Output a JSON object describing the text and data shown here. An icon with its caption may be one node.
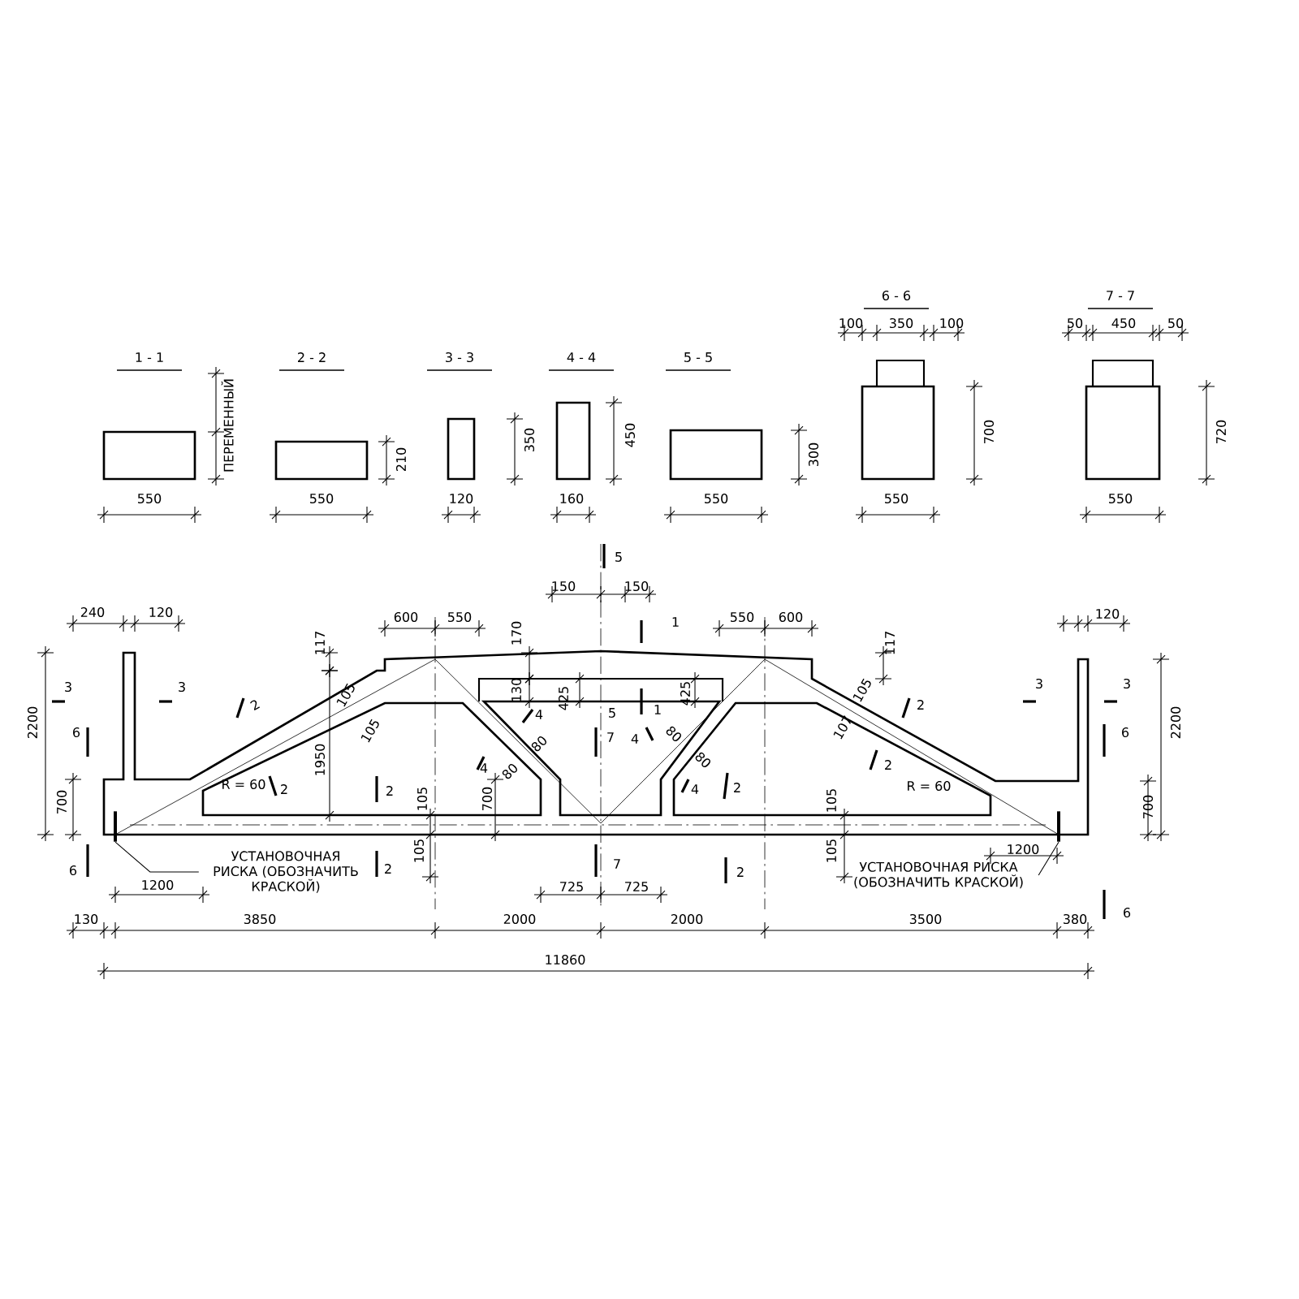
{
  "diagram": {
    "nodes": [
      {
        "text": [
          "УСТАНОВОЧНАЯ РИСКА (ОБОЗНАЧИТЬ КРАСКОЙ)"
        ]
      },
      {
        "text": [],
        "shape": "bar"
      },
      {
        "text": [
          "УСТАНОВОЧНАЯ РИСКА (ОБОЗНАЧИТЬ КРАСКОЙ)"
        ]
      },
      {
        "text": [],
        "shape": "bar"
      }
    ],
    "edges": [
      {
        "from": 0,
        "to": 1,
        "arrow": "none"
      },
      {
        "from": 2,
        "to": 3,
        "arrow": "none"
      }
    ],
    "labels": [
      "1 - 1",
      "2 - 2",
      "3 - 3",
      "4 - 4",
      "5 - 5",
      "6 - 6",
      "7 - 7",
      "100",
      "350",
      "100",
      "50",
      "450",
      "50",
      "ПЕРЕМЕННЫЙ",
      "210",
      "350",
      "450",
      "300",
      "700",
      "720",
      "550",
      "550",
      "120",
      "160",
      "550",
      "550",
      "550",
      "5",
      "150",
      "150",
      "240",
      "120",
      "600",
      "550",
      "550",
      "600",
      "120",
      "117",
      "170",
      "1",
      "117",
      "3",
      "3",
      "105",
      "2",
      "130",
      "425",
      "5",
      "1",
      "425",
      "105",
      "3",
      "3",
      "2200",
      "105",
      "4",
      "4",
      "80",
      "80",
      "6",
      "7",
      "4",
      "80",
      "80",
      "4",
      "107",
      "2",
      "2",
      "6",
      "2200",
      "1950",
      "700",
      "R = 60",
      "2",
      "2",
      "105",
      "700",
      "2",
      "105",
      "R = 60",
      "700",
      "6",
      "105",
      "2",
      "7",
      "2",
      "105",
      "1200",
      "1200",
      "725",
      "725",
      "6",
      "130",
      "3850",
      "2000",
      "2000",
      "3500",
      "380",
      "11860"
    ]
  }
}
